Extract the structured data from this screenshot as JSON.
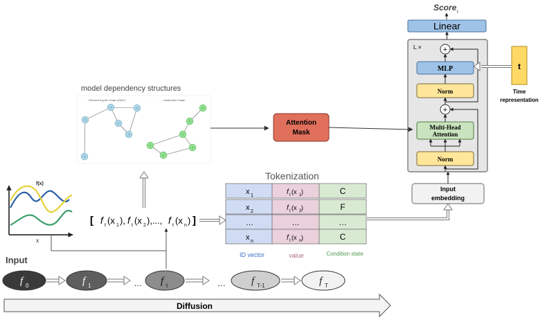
{
  "output": {
    "score": "Score",
    "score_sub": "t",
    "linear": "Linear"
  },
  "transformer": {
    "repeat": "L ×",
    "mlp": "MLP",
    "norm_top": "Norm",
    "mha_line1": "Multi-Head",
    "mha_line2": "Attention",
    "norm_bottom": "Norm",
    "input_embedding_1": "Input",
    "input_embedding_2": "embedding",
    "plus": "+"
  },
  "time": {
    "box": "t",
    "label_1": "Time",
    "label_2": "representation"
  },
  "dependency": {
    "title": "model dependency structures",
    "dag_label": "Directed Acyclic Graph (DAG)",
    "undirected_label": "Undirected Graph",
    "node_letter": "n"
  },
  "attention_mask": {
    "line1": "Attention",
    "line2": "Mask"
  },
  "tokenization": {
    "title": "Tokenization",
    "rows": [
      {
        "id": "x",
        "id_sub": "1",
        "value": "f",
        "value_sub": "t",
        "value_arg": "x",
        "value_arg_sub": "1",
        "cond": "C"
      },
      {
        "id": "x",
        "id_sub": "2",
        "value": "f",
        "value_sub": "t",
        "value_arg": "x",
        "value_arg_sub": "2",
        "cond": "F"
      },
      {
        "id": "…",
        "id_sub": "",
        "value": "…",
        "value_sub": "",
        "value_arg": "",
        "value_arg_sub": "",
        "cond": "…"
      },
      {
        "id": "x",
        "id_sub": "n",
        "value": "f",
        "value_sub": "t",
        "value_arg": "x",
        "value_arg_sub": "n",
        "cond": "C"
      }
    ],
    "col_labels": {
      "id": "ID vector",
      "value": "value",
      "cond": "Condition state"
    },
    "colors": {
      "id": "#cfdcf3",
      "value": "#ead1dc",
      "cond": "#d9ead3"
    }
  },
  "sequence": {
    "open": "[",
    "close": "]",
    "items": [
      "f",
      "t",
      "(x",
      "1",
      "), ",
      "f",
      "t",
      "(x",
      "2",
      "),...,",
      "f",
      "t",
      "(x",
      "n",
      ")"
    ]
  },
  "plot": {
    "x_label": "x",
    "y_label_partial": "f(x)"
  },
  "input": {
    "label": "Input",
    "ellipses": [
      {
        "f": "f",
        "sub": "0"
      },
      {
        "f": "f",
        "sub": "1"
      },
      {
        "f": "f",
        "sub": "t"
      },
      {
        "f": "f",
        "sub": "T-1"
      },
      {
        "f": "f",
        "sub": "T"
      }
    ],
    "ellipsis_gap": "…"
  },
  "diffusion": {
    "label": "Diffusion"
  }
}
